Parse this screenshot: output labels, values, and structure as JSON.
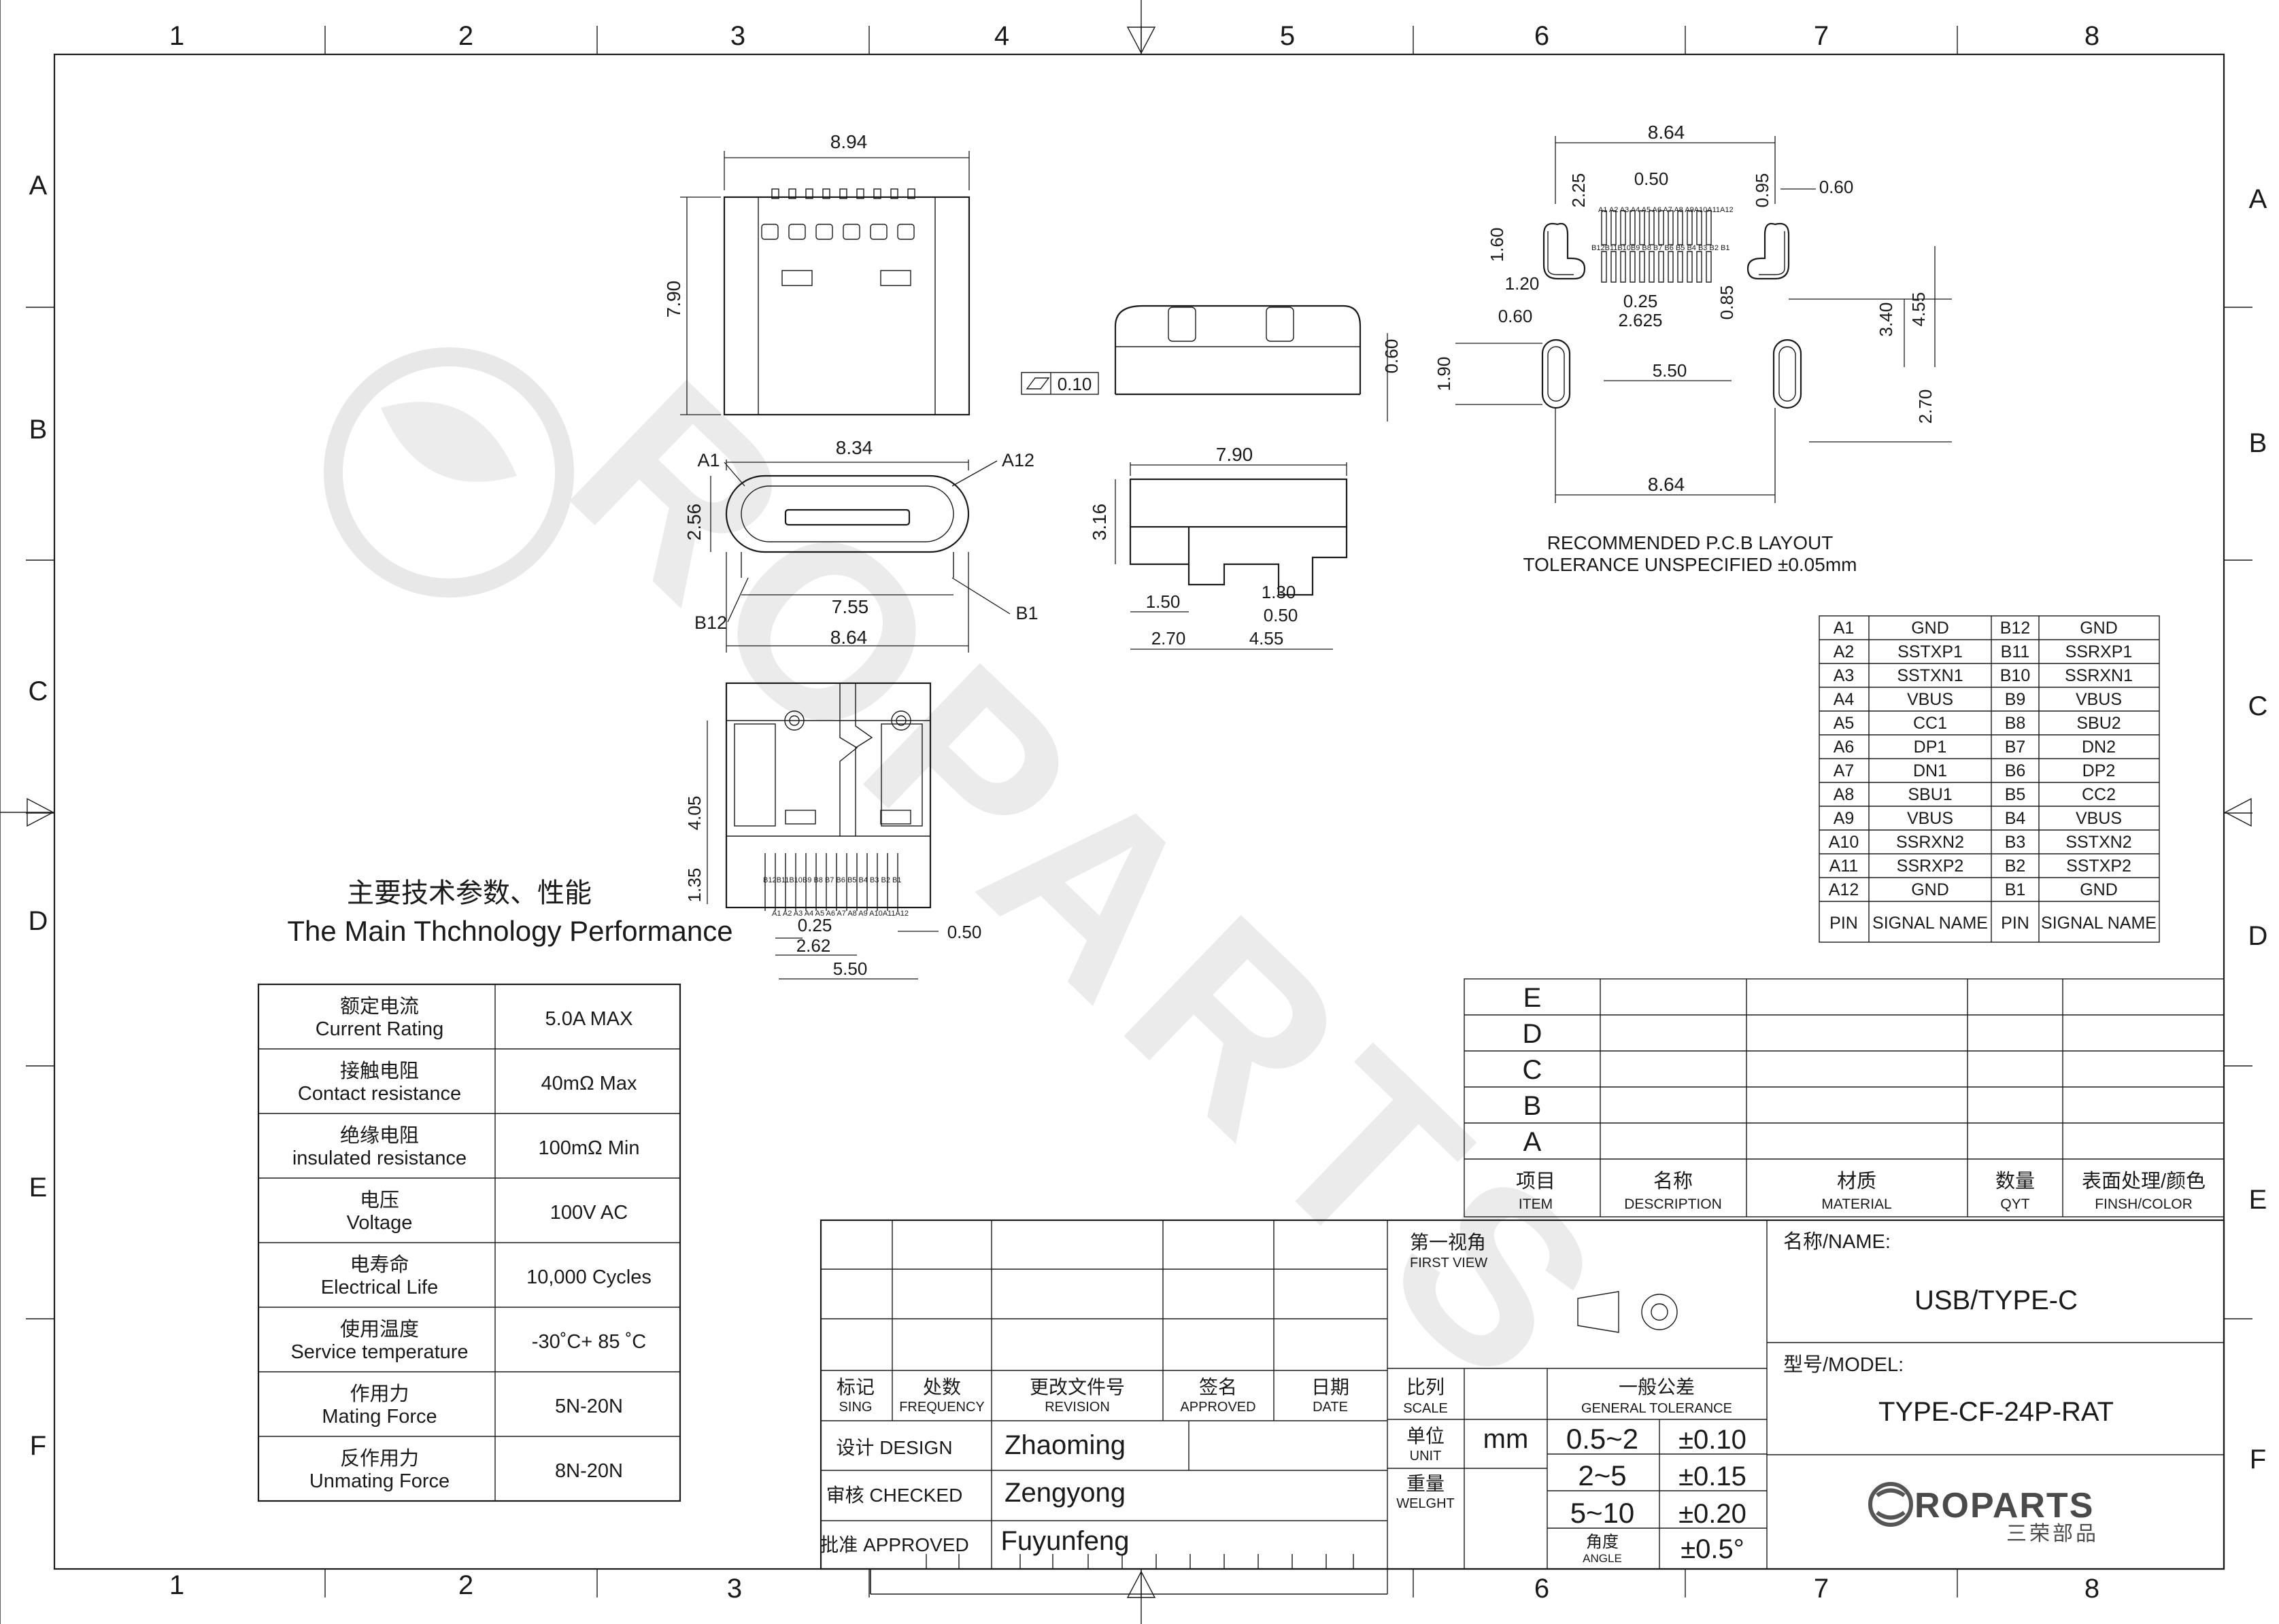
{
  "frame": {
    "cols": [
      "1",
      "2",
      "3",
      "4",
      "5",
      "6",
      "7",
      "8"
    ],
    "rows": [
      "A",
      "B",
      "C",
      "D",
      "E",
      "F"
    ]
  },
  "dimensions": {
    "top_width": "8.94",
    "top_height": "7.90",
    "front_width": "8.34",
    "front_height": "2.56",
    "front_inner": "7.55",
    "front_total": "8.64",
    "pin_a1": "A1",
    "pin_a12": "A12",
    "pin_b12": "B12",
    "pin_b1": "B1",
    "bottom_h1": "4.05",
    "bottom_h2": "1.35",
    "bottom_p1": "0.25",
    "bottom_p2": "2.62",
    "bottom_w": "5.50",
    "bottom_r": "0.50",
    "side_tol": "0.10",
    "side_h": "0.60",
    "side2_w": "7.90",
    "side2_h": "3.16",
    "side2_a": "1.50",
    "side2_b": "2.70",
    "side2_c": "4.55",
    "side2_d": "1.30",
    "side2_e": "0.50",
    "pcb_w": "8.64",
    "pcb_pitch": "0.50",
    "pcb_a": "2.25",
    "pcb_b": "0.95",
    "pcb_c": "0.60",
    "pcb_d": "1.60",
    "pcb_e": "1.20",
    "pcb_f": "0.25",
    "pcb_g": "2.625",
    "pcb_h": "0.85",
    "pcb_i": "3.40",
    "pcb_j": "4.55",
    "pcb_k": "0.60",
    "pcb_l": "1.90",
    "pcb_m": "5.50",
    "pcb_n": "2.70",
    "pcb_bottom_w": "8.64",
    "pcb_pins_a": "A1 A2 A3 A4 A5 A6 A7 A8 A9A10A11A12",
    "pcb_pins_b": "B12B11B10B9 B8 B7 B6 B5 B4 B3 B2 B1",
    "bottom_pins_b": "B12B11B10B9 B8 B7 B6 B5 B4 B3 B2 B1",
    "bottom_pins_a": "A1 A2 A3 A4 A5 A6 A7 A8 A9 A10A11A12"
  },
  "pcb_caption": [
    "RECOMMENDED P.C.B LAYOUT",
    "TOLERANCE UNSPECIFIED ±0.05mm"
  ],
  "pin_table": {
    "rows": [
      [
        "A1",
        "GND",
        "B12",
        "GND"
      ],
      [
        "A2",
        "SSTXP1",
        "B11",
        "SSRXP1"
      ],
      [
        "A3",
        "SSTXN1",
        "B10",
        "SSRXN1"
      ],
      [
        "A4",
        "VBUS",
        "B9",
        "VBUS"
      ],
      [
        "A5",
        "CC1",
        "B8",
        "SBU2"
      ],
      [
        "A6",
        "DP1",
        "B7",
        "DN2"
      ],
      [
        "A7",
        "DN1",
        "B6",
        "DP2"
      ],
      [
        "A8",
        "SBU1",
        "B5",
        "CC2"
      ],
      [
        "A9",
        "VBUS",
        "B4",
        "VBUS"
      ],
      [
        "A10",
        "SSRXN2",
        "B3",
        "SSTXN2"
      ],
      [
        "A11",
        "SSRXP2",
        "B2",
        "SSTXP2"
      ],
      [
        "A12",
        "GND",
        "B1",
        "GND"
      ]
    ],
    "header": [
      "PIN",
      "SIGNAL NAME",
      "PIN",
      "SIGNAL NAME"
    ]
  },
  "perf": {
    "title_cn": "主要技术参数、性能",
    "title_en": "The Main Thchnology Performance",
    "rows": [
      {
        "cn": "额定电流",
        "en": "Current Rating",
        "value": "5.0A MAX"
      },
      {
        "cn": "接触电阻",
        "en": "Contact resistance",
        "value": "40mΩ Max"
      },
      {
        "cn": "绝缘电阻",
        "en": "insulated resistance",
        "value": "100mΩ Min"
      },
      {
        "cn": "电压",
        "en": "Voltage",
        "value": "100V AC"
      },
      {
        "cn": "电寿命",
        "en": "Electrical Life",
        "value": "10,000 Cycles"
      },
      {
        "cn": "使用温度",
        "en": "Service temperature",
        "value": "-30˚C+ 85 ˚C"
      },
      {
        "cn": "作用力",
        "en": "Mating Force",
        "value": "5N-20N"
      },
      {
        "cn": "反作用力",
        "en": "Unmating Force",
        "value": "8N-20N"
      }
    ]
  },
  "bom": {
    "rows": [
      "E",
      "D",
      "C",
      "B",
      "A"
    ],
    "headers": [
      {
        "cn": "项目",
        "en": "ITEM"
      },
      {
        "cn": "名称",
        "en": "DESCRIPTION"
      },
      {
        "cn": "材质",
        "en": "MATERIAL"
      },
      {
        "cn": "数量",
        "en": "QYT"
      },
      {
        "cn": "表面处理/颜色",
        "en": "FINSH/COLOR"
      }
    ]
  },
  "revision": {
    "headers": [
      {
        "cn": "标记",
        "en": "SING"
      },
      {
        "cn": "处数",
        "en": "FREQUENCY"
      },
      {
        "cn": "更改文件号",
        "en": "REVISION"
      },
      {
        "cn": "签名",
        "en": "APPROVED"
      },
      {
        "cn": "日期",
        "en": "DATE"
      }
    ],
    "design_label": "设计 DESIGN",
    "design_name": "Zhaoming",
    "checked_label": "审核 CHECKED",
    "checked_name": "Zengyong",
    "approved_label": "批准 APPROVED",
    "approved_name": "Fuyunfeng"
  },
  "view": {
    "cn": "第一视角",
    "en": "FIRST VIEW"
  },
  "scale": {
    "cn": "比列",
    "en": "SCALE"
  },
  "unit": {
    "cn": "单位",
    "en": "UNIT",
    "value": "mm"
  },
  "weight": {
    "cn": "重量",
    "en": "WELGHT"
  },
  "tolerance": {
    "cn": "一般公差",
    "en": "GENERAL TOLERANCE",
    "rows": [
      [
        "0.5~2",
        "±0.10"
      ],
      [
        "2~5",
        "±0.15"
      ],
      [
        "5~10",
        "±0.20"
      ]
    ],
    "angle_cn": "角度",
    "angle_en": "ANGLE",
    "angle_value": "±0.5°"
  },
  "name": {
    "label": "名称/NAME:",
    "value": "USB/TYPE-C"
  },
  "model": {
    "label": "型号/MODEL:",
    "value": "TYPE-CF-24P-RAT"
  },
  "logo": {
    "text": "ROPARTS",
    "sub": "三荣部品"
  },
  "watermark": "ROPARTS",
  "colors": {
    "ink": "#1a1a1a",
    "watermark": "#e6e6e6"
  }
}
